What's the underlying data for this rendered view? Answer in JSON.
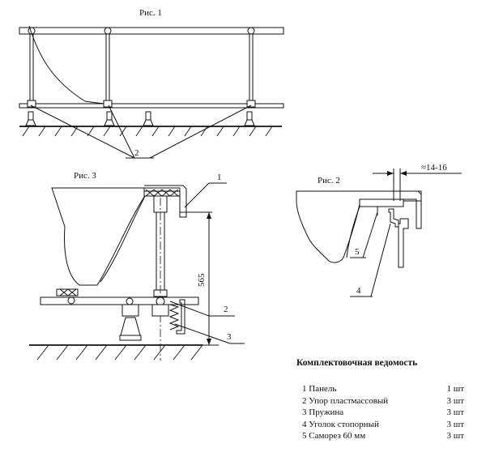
{
  "fig1": {
    "title": "Рис. 1",
    "callout": "2"
  },
  "fig2": {
    "title": "Рис. 2",
    "dimension": "≈14-16",
    "callout_4": "4",
    "callout_5": "5"
  },
  "fig3": {
    "title": "Рис. 3",
    "height_dim": "565",
    "callout_1": "1",
    "callout_2": "2",
    "callout_3": "3"
  },
  "spec": {
    "title": "Комплектовочная ведомость",
    "items": [
      {
        "name": "1 Панель",
        "qty": "1 шт"
      },
      {
        "name": "2 Упор пластмассовый",
        "qty": "3 шт"
      },
      {
        "name": "3 Пружина",
        "qty": "3 шт"
      },
      {
        "name": "4 Уголок стопорный",
        "qty": "3 шт"
      },
      {
        "name": "5 Саморез 60 мм",
        "qty": "3 шт"
      }
    ]
  }
}
